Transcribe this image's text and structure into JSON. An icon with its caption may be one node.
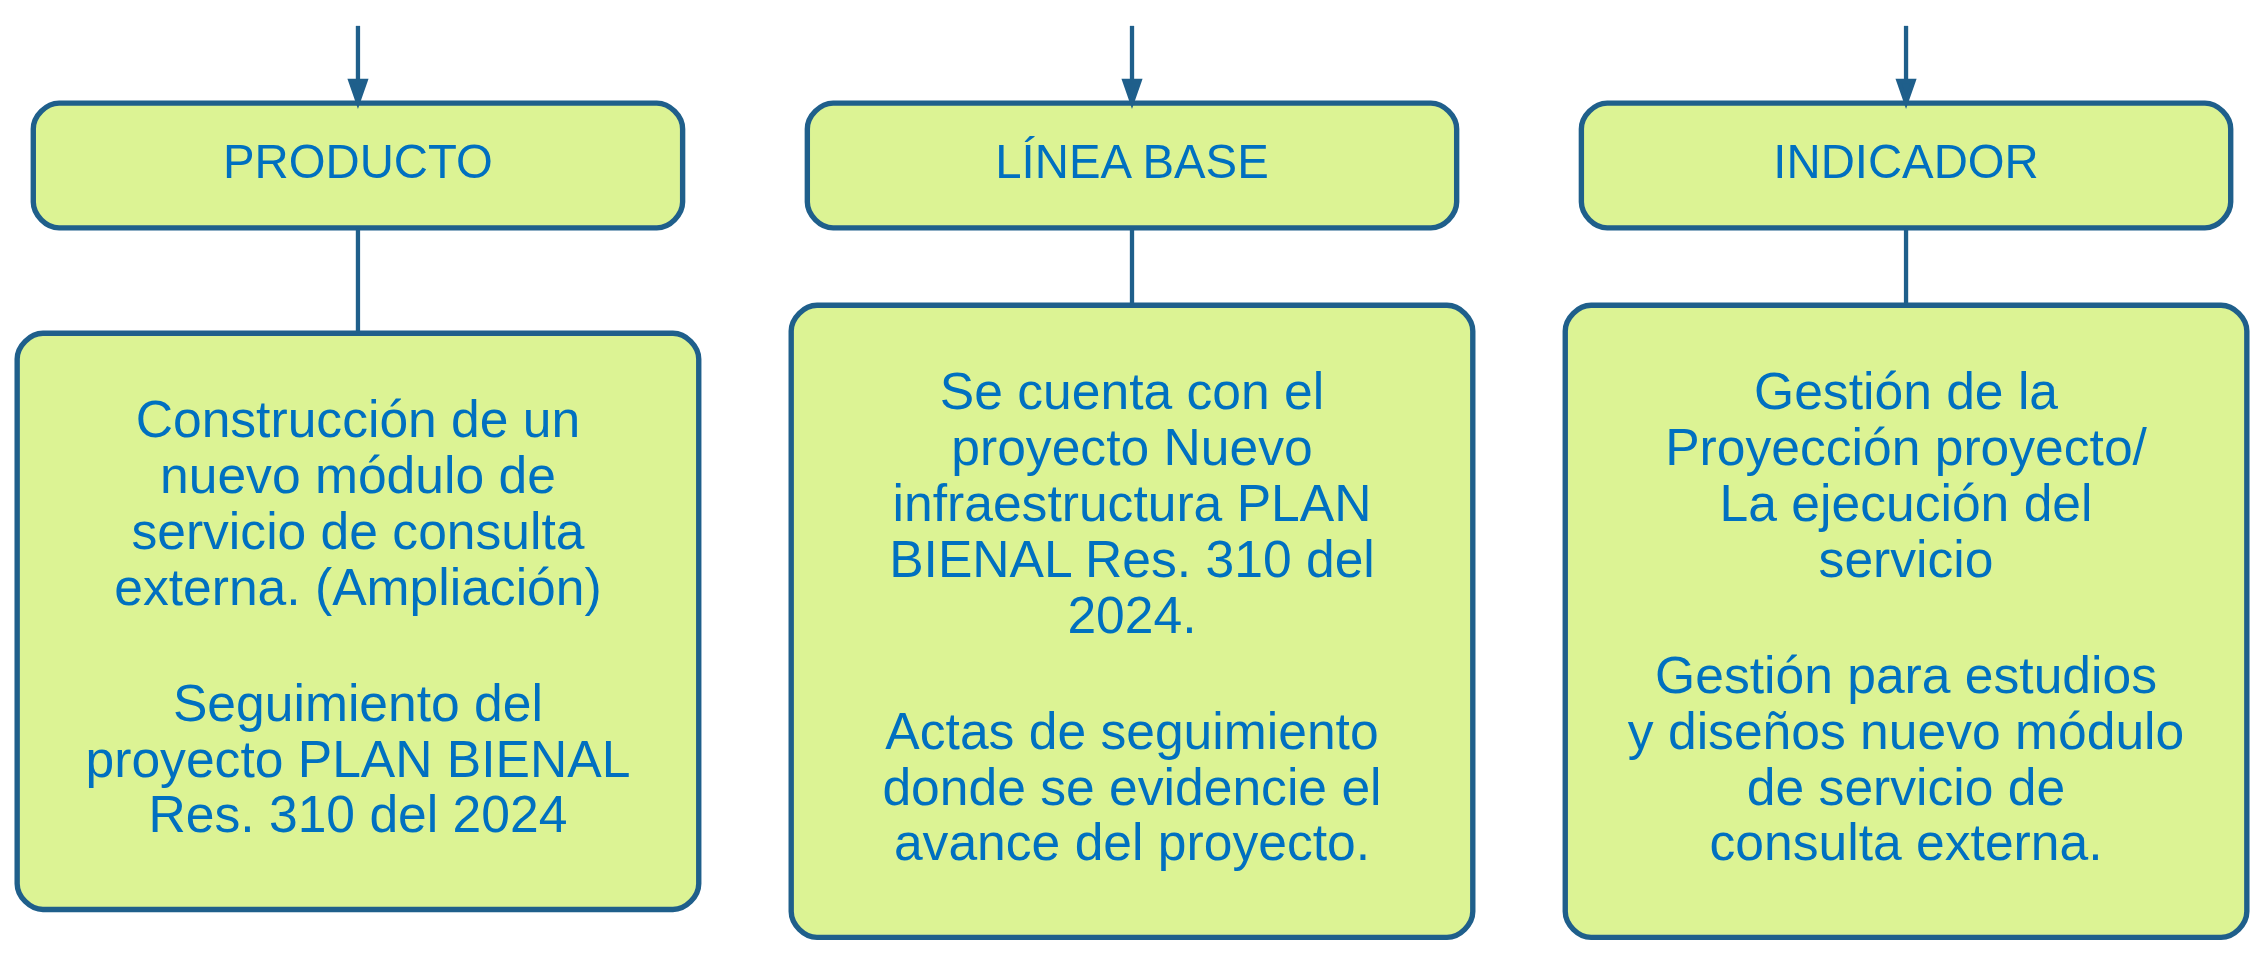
{
  "diagram": {
    "nodes": [
      {
        "text": [
          "PRODUCTO"
        ]
      },
      {
        "text": [
          "LÍNEA BASE"
        ]
      },
      {
        "text": [
          "INDICADOR"
        ]
      },
      {
        "text": [
          "Construcción de un nuevo módulo de servicio de consulta externa. (Ampliación)",
          "Seguimiento del proyecto PLAN BIENAL Res. 310 del 2024"
        ]
      },
      {
        "text": [
          "Se cuenta con el proyecto Nuevo infraestructura PLAN BIENAL Res. 310 del 2024.",
          "Actas de seguimiento donde se evidencie el avance del proyecto."
        ]
      },
      {
        "text": [
          "Gestión de la Proyección proyecto/ La ejecución del servicio",
          "Gestión para estudios y diseños nuevo módulo de servicio de consulta externa."
        ]
      }
    ],
    "edges": [
      {
        "from": null,
        "to": 0,
        "arrow": "to"
      },
      {
        "from": null,
        "to": 1,
        "arrow": "to"
      },
      {
        "from": null,
        "to": 2,
        "arrow": "to"
      },
      {
        "from": 0,
        "to": 3,
        "arrow": "none"
      },
      {
        "from": 1,
        "to": 4,
        "arrow": "none"
      },
      {
        "from": 2,
        "to": 5,
        "arrow": "none"
      }
    ]
  }
}
